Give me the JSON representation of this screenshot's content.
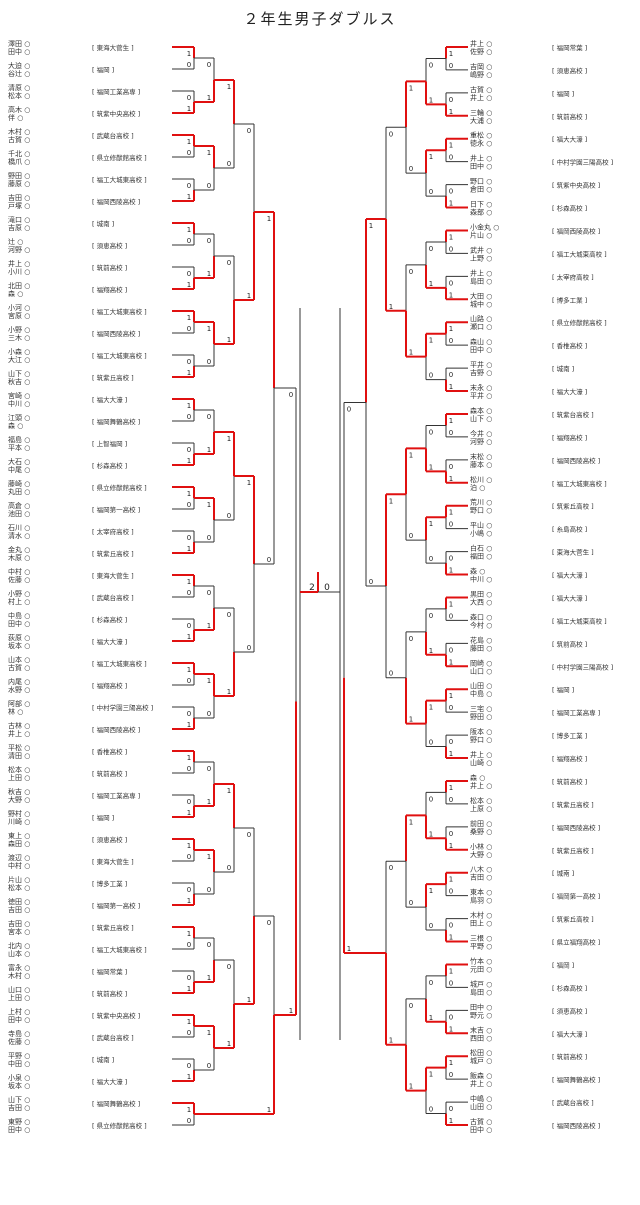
{
  "title": "２年生男子ダブルス",
  "left_entries": [
    {
      "names": [
        "澤田 ○",
        "田中 ○"
      ],
      "school": "東海大菅生"
    },
    {
      "names": [
        "大迫 ○",
        "谷辻 ○"
      ],
      "school": "福岡"
    },
    {
      "names": [
        "清原 ○",
        "松本 ○"
      ],
      "school": "福岡工業高専"
    },
    {
      "names": [
        "高木 ○",
        "伴 ○"
      ],
      "school": "筑紫中央高校"
    },
    {
      "names": [
        "木村 ○",
        "古賀 ○"
      ],
      "school": "武蔵台高校"
    },
    {
      "names": [
        "千北 ○",
        "橋爪 ○"
      ],
      "school": "県立修猷館高校"
    },
    {
      "names": [
        "野田 ○",
        "藤原 ○"
      ],
      "school": "福工大城東高校"
    },
    {
      "names": [
        "吉田 ○",
        "戸塚 ○"
      ],
      "school": "福岡西陵高校"
    },
    {
      "names": [
        "滝口 ○",
        "吉原 ○"
      ],
      "school": "城南"
    },
    {
      "names": [
        "辻 ○",
        "河野 ○"
      ],
      "school": "須恵高校"
    },
    {
      "names": [
        "井上 ○",
        "小川 ○"
      ],
      "school": "筑前高校"
    },
    {
      "names": [
        "北田 ○",
        "森 ○"
      ],
      "school": "福翔高校"
    },
    {
      "names": [
        "小河 ○",
        "宮原 ○"
      ],
      "school": "福工大城東高校"
    },
    {
      "names": [
        "小野 ○",
        "三木 ○"
      ],
      "school": "福岡西陵高校"
    },
    {
      "names": [
        "小森 ○",
        "大江 ○"
      ],
      "school": "福工大城東高校"
    },
    {
      "names": [
        "山下 ○",
        "秋吉 ○"
      ],
      "school": "筑紫丘高校"
    },
    {
      "names": [
        "宮崎 ○",
        "中川 ○"
      ],
      "school": "福大大濠"
    },
    {
      "names": [
        "江頭 ○",
        "森 ○"
      ],
      "school": "福岡舞鶴高校"
    },
    {
      "names": [
        "福島 ○",
        "平本 ○"
      ],
      "school": "上智福岡"
    },
    {
      "names": [
        "大石 ○",
        "中尾 ○"
      ],
      "school": "杉森高校"
    },
    {
      "names": [
        "藤崎 ○",
        "丸田 ○"
      ],
      "school": "県立修猷館高校"
    },
    {
      "names": [
        "高倉 ○",
        "池田 ○"
      ],
      "school": "福岡第一高校"
    },
    {
      "names": [
        "石川 ○",
        "清水 ○"
      ],
      "school": "太宰府高校"
    },
    {
      "names": [
        "金丸 ○",
        "木原 ○"
      ],
      "school": "筑紫丘高校"
    },
    {
      "names": [
        "中村 ○",
        "佐藤 ○"
      ],
      "school": "東海大菅生"
    },
    {
      "names": [
        "小野 ○",
        "村上 ○"
      ],
      "school": "武蔵台高校"
    },
    {
      "names": [
        "中島 ○",
        "田中 ○"
      ],
      "school": "杉森高校"
    },
    {
      "names": [
        "荻原 ○",
        "坂本 ○"
      ],
      "school": "福大大濠"
    },
    {
      "names": [
        "山本 ○",
        "古賀 ○"
      ],
      "school": "福工大城東高校"
    },
    {
      "names": [
        "内尾 ○",
        "水野 ○"
      ],
      "school": "福翔高校"
    },
    {
      "names": [
        "阿部 ○",
        "林 ○"
      ],
      "school": "中村学園三陽高校"
    },
    {
      "names": [
        "古林 ○",
        "井上 ○"
      ],
      "school": "福岡西陵高校"
    },
    {
      "names": [
        "平松 ○",
        "清田 ○"
      ],
      "school": "香椎高校"
    },
    {
      "names": [
        "松本 ○",
        "上田 ○"
      ],
      "school": "筑前高校"
    },
    {
      "names": [
        "秋吉 ○",
        "大野 ○"
      ],
      "school": "福岡工業高専"
    },
    {
      "names": [
        "野村 ○",
        "川崎 ○"
      ],
      "school": "福岡"
    },
    {
      "names": [
        "東上 ○",
        "森田 ○"
      ],
      "school": "須恵高校"
    },
    {
      "names": [
        "渡辺 ○",
        "中村 ○"
      ],
      "school": "東海大菅生"
    },
    {
      "names": [
        "片山 ○",
        "松本 ○"
      ],
      "school": "博多工業"
    },
    {
      "names": [
        "徳田 ○",
        "吉田 ○"
      ],
      "school": "福岡第一高校"
    },
    {
      "names": [
        "吉田 ○",
        "宮本 ○"
      ],
      "school": "筑紫丘高校"
    },
    {
      "names": [
        "北内 ○",
        "山本 ○"
      ],
      "school": "福工大城東高校"
    },
    {
      "names": [
        "富永 ○",
        "木村 ○"
      ],
      "school": "福岡常葉"
    },
    {
      "names": [
        "山口 ○",
        "上田 ○"
      ],
      "school": "筑前高校"
    },
    {
      "names": [
        "上村 ○",
        "田中 ○"
      ],
      "school": "筑紫中央高校"
    },
    {
      "names": [
        "寺島 ○",
        "佐藤 ○"
      ],
      "school": "武蔵台高校"
    },
    {
      "names": [
        "平野 ○",
        "中田 ○"
      ],
      "school": "城南"
    },
    {
      "names": [
        "小泉 ○",
        "坂本 ○"
      ],
      "school": "福大大濠"
    },
    {
      "names": [
        "山下 ○",
        "吉田 ○"
      ],
      "school": "福岡舞鶴高校"
    },
    {
      "names": [
        "東野 ○",
        "田中 ○"
      ],
      "school": "県立修猷館高校"
    }
  ],
  "right_entries": [
    {
      "names": [
        "井上 ○",
        "佐野 ○"
      ],
      "school": "福岡常葉"
    },
    {
      "names": [
        "吉岡 ○",
        "嶋野 ○"
      ],
      "school": "須恵高校"
    },
    {
      "names": [
        "古賀 ○",
        "井上 ○"
      ],
      "school": "福岡"
    },
    {
      "names": [
        "三輪 ○",
        "大浦 ○"
      ],
      "school": "筑前高校"
    },
    {
      "names": [
        "重松 ○",
        "徳永 ○"
      ],
      "school": "福大大濠"
    },
    {
      "names": [
        "井上 ○",
        "田中 ○"
      ],
      "school": "中村学園三陽高校"
    },
    {
      "names": [
        "野口 ○",
        "倉田 ○"
      ],
      "school": "筑紫中央高校"
    },
    {
      "names": [
        "日下 ○",
        "森部 ○"
      ],
      "school": "杉森高校"
    },
    {
      "names": [
        "小金丸 ○",
        "片山 ○"
      ],
      "school": "福岡西陵高校"
    },
    {
      "names": [
        "武井 ○",
        "上野 ○"
      ],
      "school": "福工大城東高校"
    },
    {
      "names": [
        "井上 ○",
        "島田 ○"
      ],
      "school": "太宰府高校"
    },
    {
      "names": [
        "大田 ○",
        "城中 ○"
      ],
      "school": "博多工業"
    },
    {
      "names": [
        "山路 ○",
        "瀬口 ○"
      ],
      "school": "県立修猷館高校"
    },
    {
      "names": [
        "森山 ○",
        "田中 ○"
      ],
      "school": "香椎高校"
    },
    {
      "names": [
        "平井 ○",
        "吉野 ○"
      ],
      "school": "城南"
    },
    {
      "names": [
        "末永 ○",
        "平井 ○"
      ],
      "school": "福大大濠"
    },
    {
      "names": [
        "森本 ○",
        "山下 ○"
      ],
      "school": "筑紫台高校"
    },
    {
      "names": [
        "今井 ○",
        "河野 ○"
      ],
      "school": "福翔高校"
    },
    {
      "names": [
        "末松 ○",
        "藤本 ○"
      ],
      "school": "福岡西陵高校"
    },
    {
      "names": [
        "松川 ○",
        "泊 ○"
      ],
      "school": "福工大城東高校"
    },
    {
      "names": [
        "荒川 ○",
        "野口 ○"
      ],
      "school": "筑紫丘高校"
    },
    {
      "names": [
        "平山 ○",
        "小嶋 ○"
      ],
      "school": "糸島高校"
    },
    {
      "names": [
        "白石 ○",
        "福田 ○"
      ],
      "school": "東海大菅生"
    },
    {
      "names": [
        "森 ○",
        "中川 ○"
      ],
      "school": "福大大濠"
    },
    {
      "names": [
        "黒田 ○",
        "大西 ○"
      ],
      "school": "福大大濠"
    },
    {
      "names": [
        "森口 ○",
        "今村 ○"
      ],
      "school": "福工大城東高校"
    },
    {
      "names": [
        "花島 ○",
        "藤田 ○"
      ],
      "school": "筑前高校"
    },
    {
      "names": [
        "岡崎 ○",
        "山口 ○"
      ],
      "school": "中村学園三陽高校"
    },
    {
      "names": [
        "山田 ○",
        "中島 ○"
      ],
      "school": "福岡"
    },
    {
      "names": [
        "三宅 ○",
        "野田 ○"
      ],
      "school": "福岡工業高専"
    },
    {
      "names": [
        "阪本 ○",
        "野口 ○"
      ],
      "school": "博多工業"
    },
    {
      "names": [
        "井上 ○",
        "山崎 ○"
      ],
      "school": "福翔高校"
    },
    {
      "names": [
        "森 ○",
        "井上 ○"
      ],
      "school": "筑前高校"
    },
    {
      "names": [
        "松本 ○",
        "上原 ○"
      ],
      "school": "筑紫丘高校"
    },
    {
      "names": [
        "前田 ○",
        "桑野 ○"
      ],
      "school": "福岡西陵高校"
    },
    {
      "names": [
        "小林 ○",
        "大野 ○"
      ],
      "school": "筑紫丘高校"
    },
    {
      "names": [
        "八木 ○",
        "吉田 ○"
      ],
      "school": "城南"
    },
    {
      "names": [
        "東本 ○",
        "鳥羽 ○"
      ],
      "school": "福岡第一高校"
    },
    {
      "names": [
        "木村 ○",
        "田上 ○"
      ],
      "school": "筑紫丘高校"
    },
    {
      "names": [
        "三根 ○",
        "平野 ○"
      ],
      "school": "県立福翔高校"
    },
    {
      "names": [
        "竹本 ○",
        "元田 ○"
      ],
      "school": "福岡"
    },
    {
      "names": [
        "城戸 ○",
        "島田 ○"
      ],
      "school": "杉森高校"
    },
    {
      "names": [
        "田中 ○",
        "野元 ○"
      ],
      "school": "須恵高校"
    },
    {
      "names": [
        "末吉 ○",
        "西田 ○"
      ],
      "school": "福大大濠"
    },
    {
      "names": [
        "松田 ○",
        "城戸 ○"
      ],
      "school": "筑前高校"
    },
    {
      "names": [
        "飯森 ○",
        "井上 ○"
      ],
      "school": "福岡舞鶴高校"
    },
    {
      "names": [
        "中嶋 ○",
        "山田 ○"
      ],
      "school": "武蔵台高校"
    },
    {
      "names": [
        "古賀 ○",
        "田中 ○"
      ],
      "school": "福岡西陵高校"
    }
  ]
}
